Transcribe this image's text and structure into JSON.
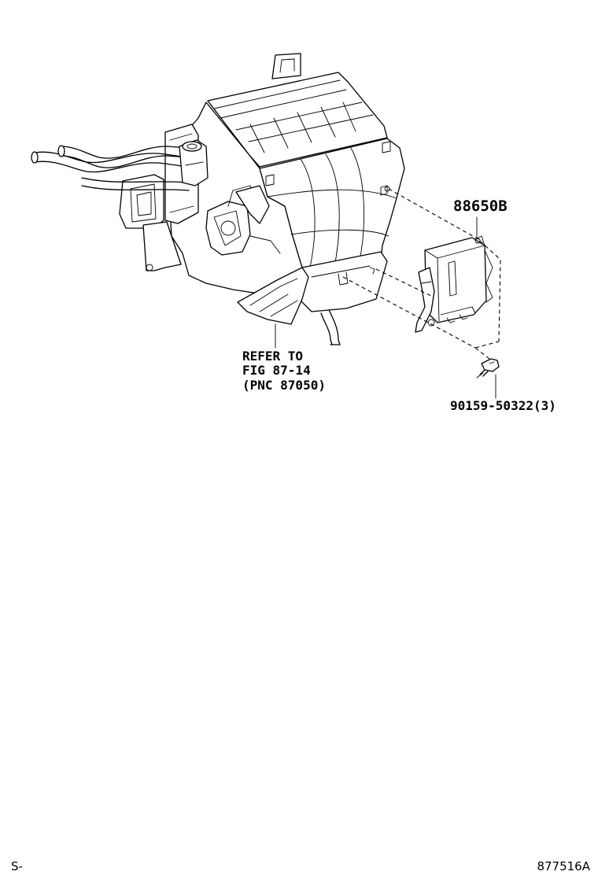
{
  "callouts": {
    "part_88650b": "88650B",
    "part_screw": "90159-50322(3)",
    "refer_line1": "REFER TO",
    "refer_line2": "FIG 87-14",
    "refer_line3": "(PNC 87050)"
  },
  "footer": {
    "left_code": "S-",
    "right_code": "877516A"
  },
  "colors": {
    "ink": "#000000",
    "paper": "#ffffff"
  }
}
